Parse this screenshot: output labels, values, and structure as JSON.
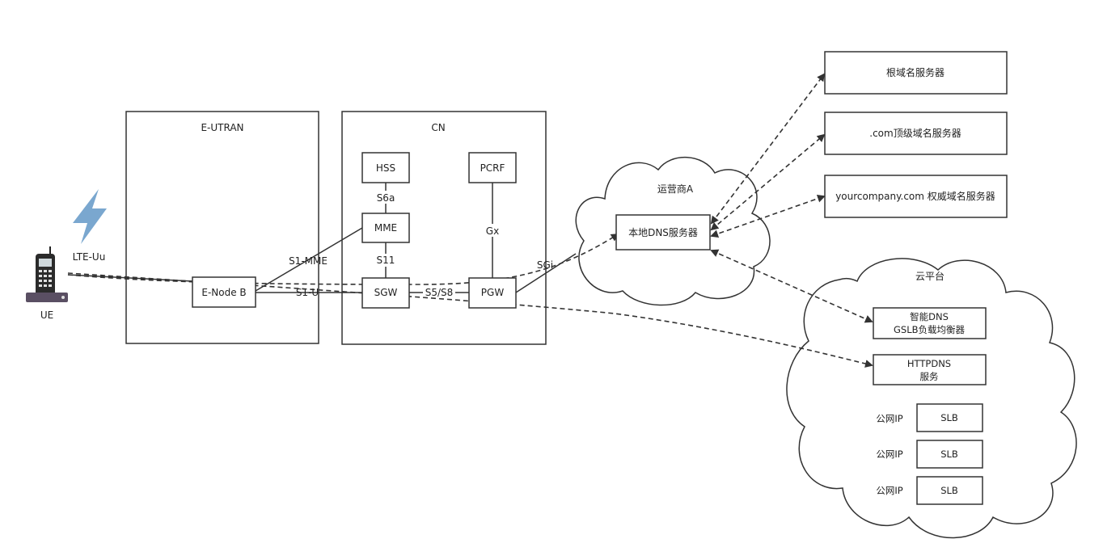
{
  "colors": {
    "lightning": "#7aa7cf",
    "stroke": "#333333"
  },
  "regions": {
    "eutran": "E-UTRAN",
    "cn": "CN",
    "carrier": "运营商A",
    "cloud": "云平台"
  },
  "nodes": {
    "ue": "UE",
    "enodeb": "E-Node B",
    "hss": "HSS",
    "mme": "MME",
    "sgw": "SGW",
    "pcrf": "PCRF",
    "pgw": "PGW",
    "local_dns": "本地DNS服务器",
    "root_dns": "根域名服务器",
    "com_dns": ".com顶级域名服务器",
    "auth_dns": "yourcompany.com 权威域名服务器",
    "smart_dns_line1": "智能DNS",
    "smart_dns_line2": "GSLB负载均衡器",
    "httpdns_line1": "HTTPDNS",
    "httpdns_line2": "服务"
  },
  "interfaces": {
    "lte_uu": "LTE-Uu",
    "s1_mme": "S1-MME",
    "s1_u": "S1-U",
    "s6a": "S6a",
    "s11": "S11",
    "gx": "Gx",
    "s5s8": "S5/S8",
    "sgi": "SGi"
  },
  "slb_rows": [
    {
      "ip_label": "公网IP",
      "slb_label": "SLB"
    },
    {
      "ip_label": "公网IP",
      "slb_label": "SLB"
    },
    {
      "ip_label": "公网IP",
      "slb_label": "SLB"
    }
  ]
}
